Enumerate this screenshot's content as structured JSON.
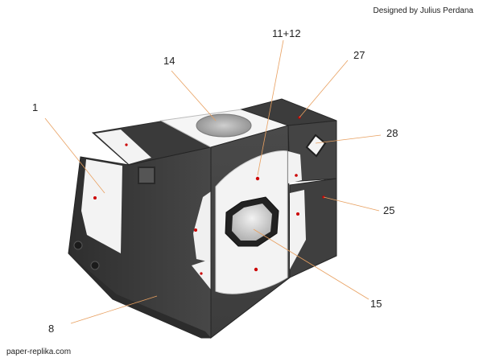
{
  "header": {
    "credit": "Designed by Julius Perdana"
  },
  "footer": {
    "site": "paper-replika.com"
  },
  "colors": {
    "body_dark": "#414141",
    "panel_white": "#f2f2f2",
    "leader_line": "#e8a060",
    "marker_red": "#cc0000"
  },
  "callouts": [
    {
      "id": "1",
      "label": "1"
    },
    {
      "id": "8",
      "label": "8"
    },
    {
      "id": "11-12",
      "label": "11+12"
    },
    {
      "id": "14",
      "label": "14"
    },
    {
      "id": "15",
      "label": "15"
    },
    {
      "id": "25",
      "label": "25"
    },
    {
      "id": "27",
      "label": "27"
    },
    {
      "id": "28",
      "label": "28"
    }
  ]
}
